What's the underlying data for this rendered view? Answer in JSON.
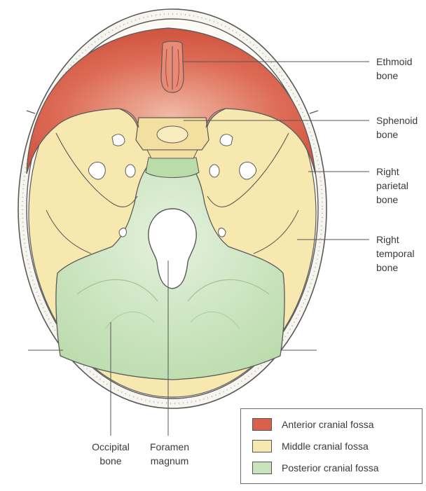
{
  "colors": {
    "anterior": "#d9604c",
    "middle": "#f6e8ae",
    "posterior": "#c9e3bd",
    "outline": "#5a5a5a"
  },
  "labels": {
    "ethmoid": [
      "Ethmoid",
      "bone"
    ],
    "sphenoid": [
      "Sphenoid",
      "bone"
    ],
    "parietal": [
      "Right",
      "parietal",
      "bone"
    ],
    "temporal": [
      "Right",
      "temporal",
      "bone"
    ],
    "occipital": [
      "Occipital",
      "bone"
    ],
    "foramen": [
      "Foramen",
      "magnum"
    ]
  },
  "legend": [
    {
      "label": "Anterior cranial fossa",
      "color": "#d9604c"
    },
    {
      "label": "Middle cranial fossa",
      "color": "#f6e8ae"
    },
    {
      "label": "Posterior cranial fossa",
      "color": "#c9e3bd"
    }
  ]
}
